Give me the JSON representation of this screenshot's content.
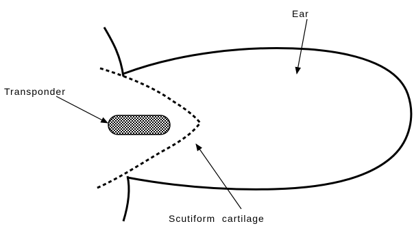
{
  "labels": {
    "ear": "Ear",
    "transponder": "Transponder",
    "cartilage": "Scutiform  cartilage"
  },
  "colors": {
    "ink": "#000000",
    "background": "#ffffff"
  }
}
